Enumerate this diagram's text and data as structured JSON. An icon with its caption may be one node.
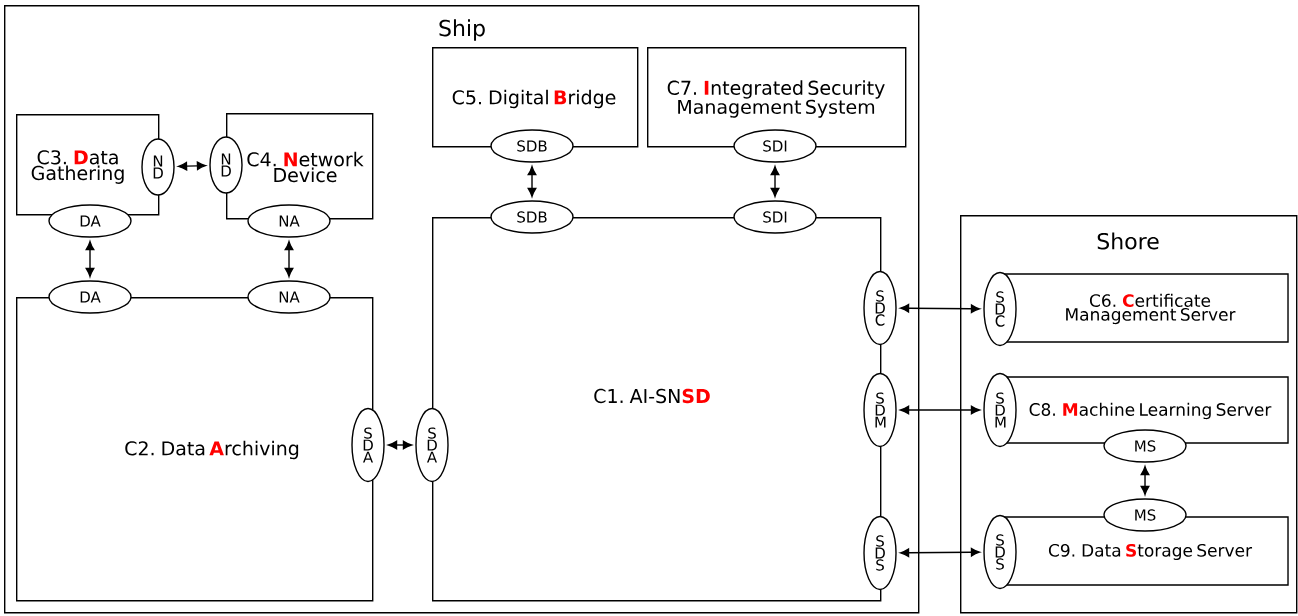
{
  "diagram": {
    "nodes": [
      {
        "text": [
          "Ship"
        ]
      },
      {
        "text": [
          "Shore"
        ]
      },
      {
        "text": [
          "C1. AI-SN**SD**"
        ],
        "in": 0
      },
      {
        "text": [
          "C2. Data **A**rchiving"
        ],
        "in": 0
      },
      {
        "text": [
          "C3. **D**ata Gathering"
        ],
        "in": 0
      },
      {
        "text": [
          "C4. **N**etwork Device"
        ],
        "in": 0
      },
      {
        "text": [
          "C5. Digital **B**ridge"
        ],
        "in": 0
      },
      {
        "text": [
          "C7. **I**ntegrated Security Management System"
        ],
        "in": 0
      },
      {
        "text": [
          "C6. **C**ertificate Management Server"
        ],
        "in": 1
      },
      {
        "text": [
          "C8. **M**achine Learning Server"
        ],
        "in": 1
      },
      {
        "text": [
          "C9. Data **S**torage Server"
        ],
        "in": 1
      },
      {
        "text": [
          "N D"
        ],
        "in": 0
      },
      {
        "text": [
          "N D"
        ],
        "in": 0
      },
      {
        "text": [
          "DA"
        ],
        "in": 0
      },
      {
        "text": [
          "NA"
        ],
        "in": 0
      },
      {
        "text": [
          "DA"
        ],
        "in": 0
      },
      {
        "text": [
          "NA"
        ],
        "in": 0
      },
      {
        "text": [
          "S D A"
        ],
        "in": 0
      },
      {
        "text": [
          "S D A"
        ],
        "in": 0
      },
      {
        "text": [
          "SDB"
        ],
        "in": 0
      },
      {
        "text": [
          "SDI"
        ],
        "in": 0
      },
      {
        "text": [
          "SDB"
        ],
        "in": 0
      },
      {
        "text": [
          "SDI"
        ],
        "in": 0
      },
      {
        "text": [
          "S D C"
        ],
        "in": 0
      },
      {
        "text": [
          "S D M"
        ],
        "in": 0
      },
      {
        "text": [
          "S D S"
        ],
        "in": 0
      },
      {
        "text": [
          "S D C"
        ],
        "in": 1
      },
      {
        "text": [
          "S D M"
        ],
        "in": 1
      },
      {
        "text": [
          "S D S"
        ],
        "in": 1
      },
      {
        "text": [
          "MS"
        ],
        "in": 1
      },
      {
        "text": [
          "MS"
        ],
        "in": 1
      }
    ],
    "edges": [
      {
        "from": 11,
        "to": 12,
        "arrow": "both"
      },
      {
        "from": 13,
        "to": 15,
        "arrow": "both"
      },
      {
        "from": 14,
        "to": 16,
        "arrow": "both"
      },
      {
        "from": 17,
        "to": 18,
        "arrow": "both"
      },
      {
        "from": 19,
        "to": 21,
        "arrow": "both"
      },
      {
        "from": 20,
        "to": 22,
        "arrow": "both"
      },
      {
        "from": 23,
        "to": 26,
        "arrow": "both"
      },
      {
        "from": 24,
        "to": 27,
        "arrow": "both"
      },
      {
        "from": 25,
        "to": 28,
        "arrow": "both"
      },
      {
        "from": 29,
        "to": 30,
        "arrow": "both"
      }
    ]
  }
}
